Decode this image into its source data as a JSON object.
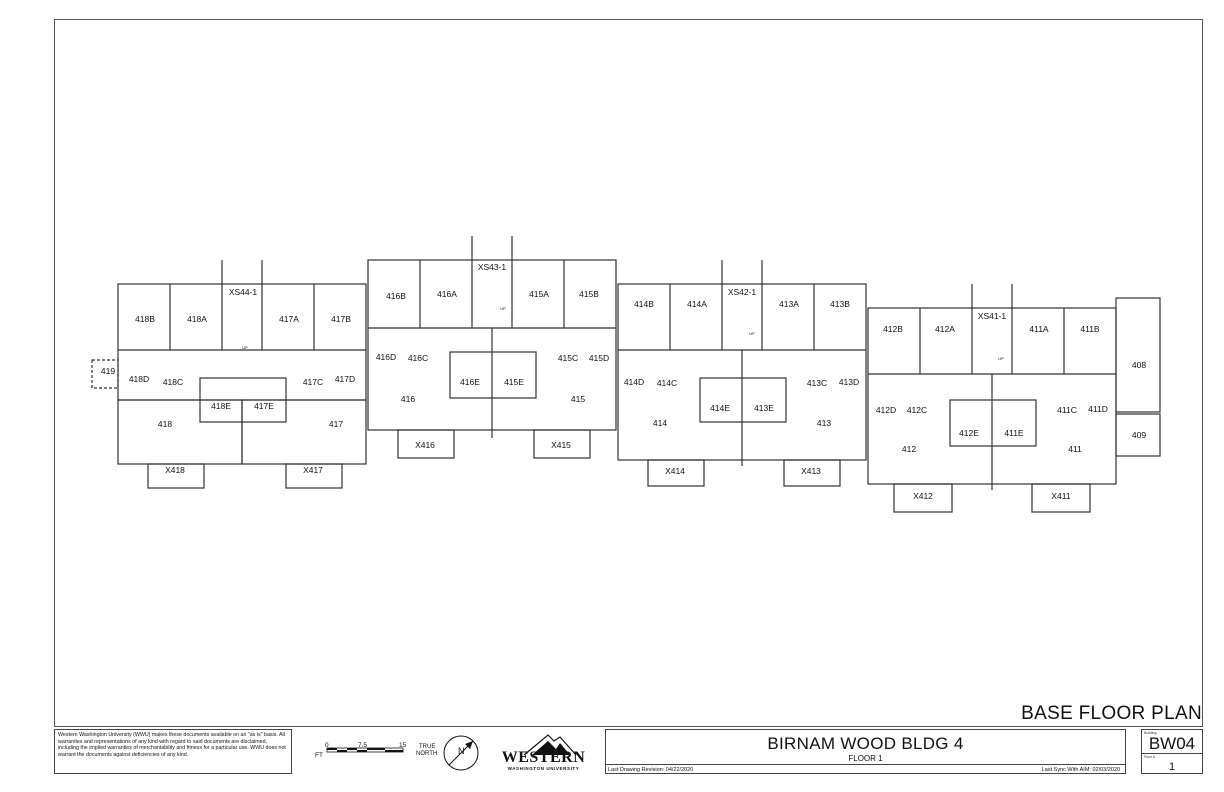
{
  "plan": {
    "title": "BASE FLOOR PLAN",
    "rooms": {
      "r418B": "418B",
      "r418A": "418A",
      "rXS44": "XS44-1",
      "r417A": "417A",
      "r417B": "417B",
      "r419": "419",
      "r418D": "418D",
      "r418C": "418C",
      "r417C": "417C",
      "r417D": "417D",
      "r418E": "418E",
      "r417E": "417E",
      "r418": "418",
      "r417": "417",
      "rX418": "X418",
      "rX417": "X417",
      "r416B": "416B",
      "r416A": "416A",
      "rXS43": "XS43-1",
      "r415A": "415A",
      "r415B": "415B",
      "r416D": "416D",
      "r416C": "416C",
      "r415C": "415C",
      "r415D": "415D",
      "r416E": "416E",
      "r415E": "415E",
      "r416": "416",
      "r415": "415",
      "rX416": "X416",
      "rX415": "X415",
      "r414B": "414B",
      "r414A": "414A",
      "rXS42": "XS42-1",
      "r413A": "413A",
      "r413B": "413B",
      "r414D": "414D",
      "r414C": "414C",
      "r413C": "413C",
      "r413D": "413D",
      "r414E": "414E",
      "r413E": "413E",
      "r414": "414",
      "r413": "413",
      "rX414": "X414",
      "rX413": "X413",
      "r412B": "412B",
      "r412A": "412A",
      "rXS41": "XS41-1",
      "r411A": "411A",
      "r411B": "411B",
      "r412D": "412D",
      "r412C": "412C",
      "r411C": "411C",
      "r411D": "411D",
      "r412E": "412E",
      "r411E": "411E",
      "r412": "412",
      "r411": "411",
      "rX412": "X412",
      "rX411": "X411",
      "r408": "408",
      "r409": "409"
    },
    "stair_label": "UP"
  },
  "titleblock": {
    "disclaimer": "Western Washington University (WWU) makes these documents available on an \"as is\" basis. All warranties and representations of any kind with regard to said documents are disclaimed, including the implied warranties of merchantability and fitness for a particular use. WWU does not warrant the documents against deficiencies of any kind.",
    "scale_unit": "FT",
    "scale_0": "0",
    "scale_mid": "7.5",
    "scale_end": "15",
    "north_label_1": "TRUE",
    "north_label_2": "NORTH",
    "north_letter": "N",
    "logo_word": "WESTERN",
    "logo_sub": "WASHINGTON UNIVERSITY",
    "building_title": "BIRNAM WOOD BLDG 4",
    "floor": "FLOOR 1",
    "last_revision": "Last Drawing Revision: 04/22/2020",
    "last_sync": "Last Sync With AIM:    02/03/2020",
    "sheet_label_top": "Building",
    "sheet_code": "BW04",
    "sheet_label_floor": "Floor #",
    "sheet_number": "1"
  }
}
